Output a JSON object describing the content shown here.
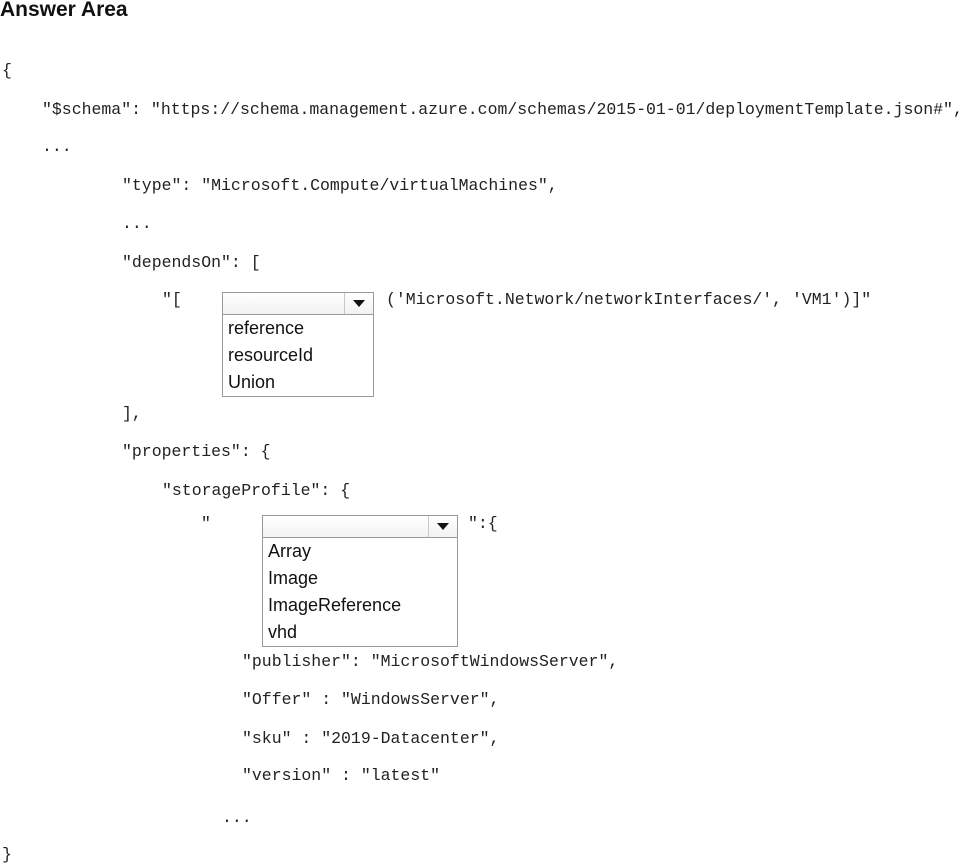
{
  "title": "Answer Area",
  "code": {
    "open_brace": "{",
    "schema_line": "\"$schema\": \"https://schema.management.azure.com/schemas/2015-01-01/deploymentTemplate.json#\",",
    "ellipsis1": "...",
    "type_line": "\"type\": \"Microsoft.Compute/virtualMachines\",",
    "ellipsis2": "...",
    "depends_line": "\"dependsOn\": [",
    "depends_prefix": "\"[",
    "depends_suffix": "('Microsoft.Network/networkInterfaces/', 'VM1')]\"",
    "depends_close": "],",
    "properties_line": "\"properties\": {",
    "storage_line": "\"storageProfile\": {",
    "storage_prefix": "\"",
    "storage_suffix": "\":{",
    "publisher_line": "\"publisher\": \"MicrosoftWindowsServer\",",
    "offer_line": "\"Offer\" : \"WindowsServer\",",
    "sku_line": "\"sku\" : \"2019-Datacenter\",",
    "version_line": "\"version\" : \"latest\"",
    "ellipsis3": "...",
    "close_brace": "}"
  },
  "dropdown1": {
    "selected": "",
    "options": [
      "reference",
      "resourceId",
      "Union"
    ]
  },
  "dropdown2": {
    "selected": "",
    "options": [
      "Array",
      "Image",
      "ImageReference",
      "vhd"
    ]
  }
}
